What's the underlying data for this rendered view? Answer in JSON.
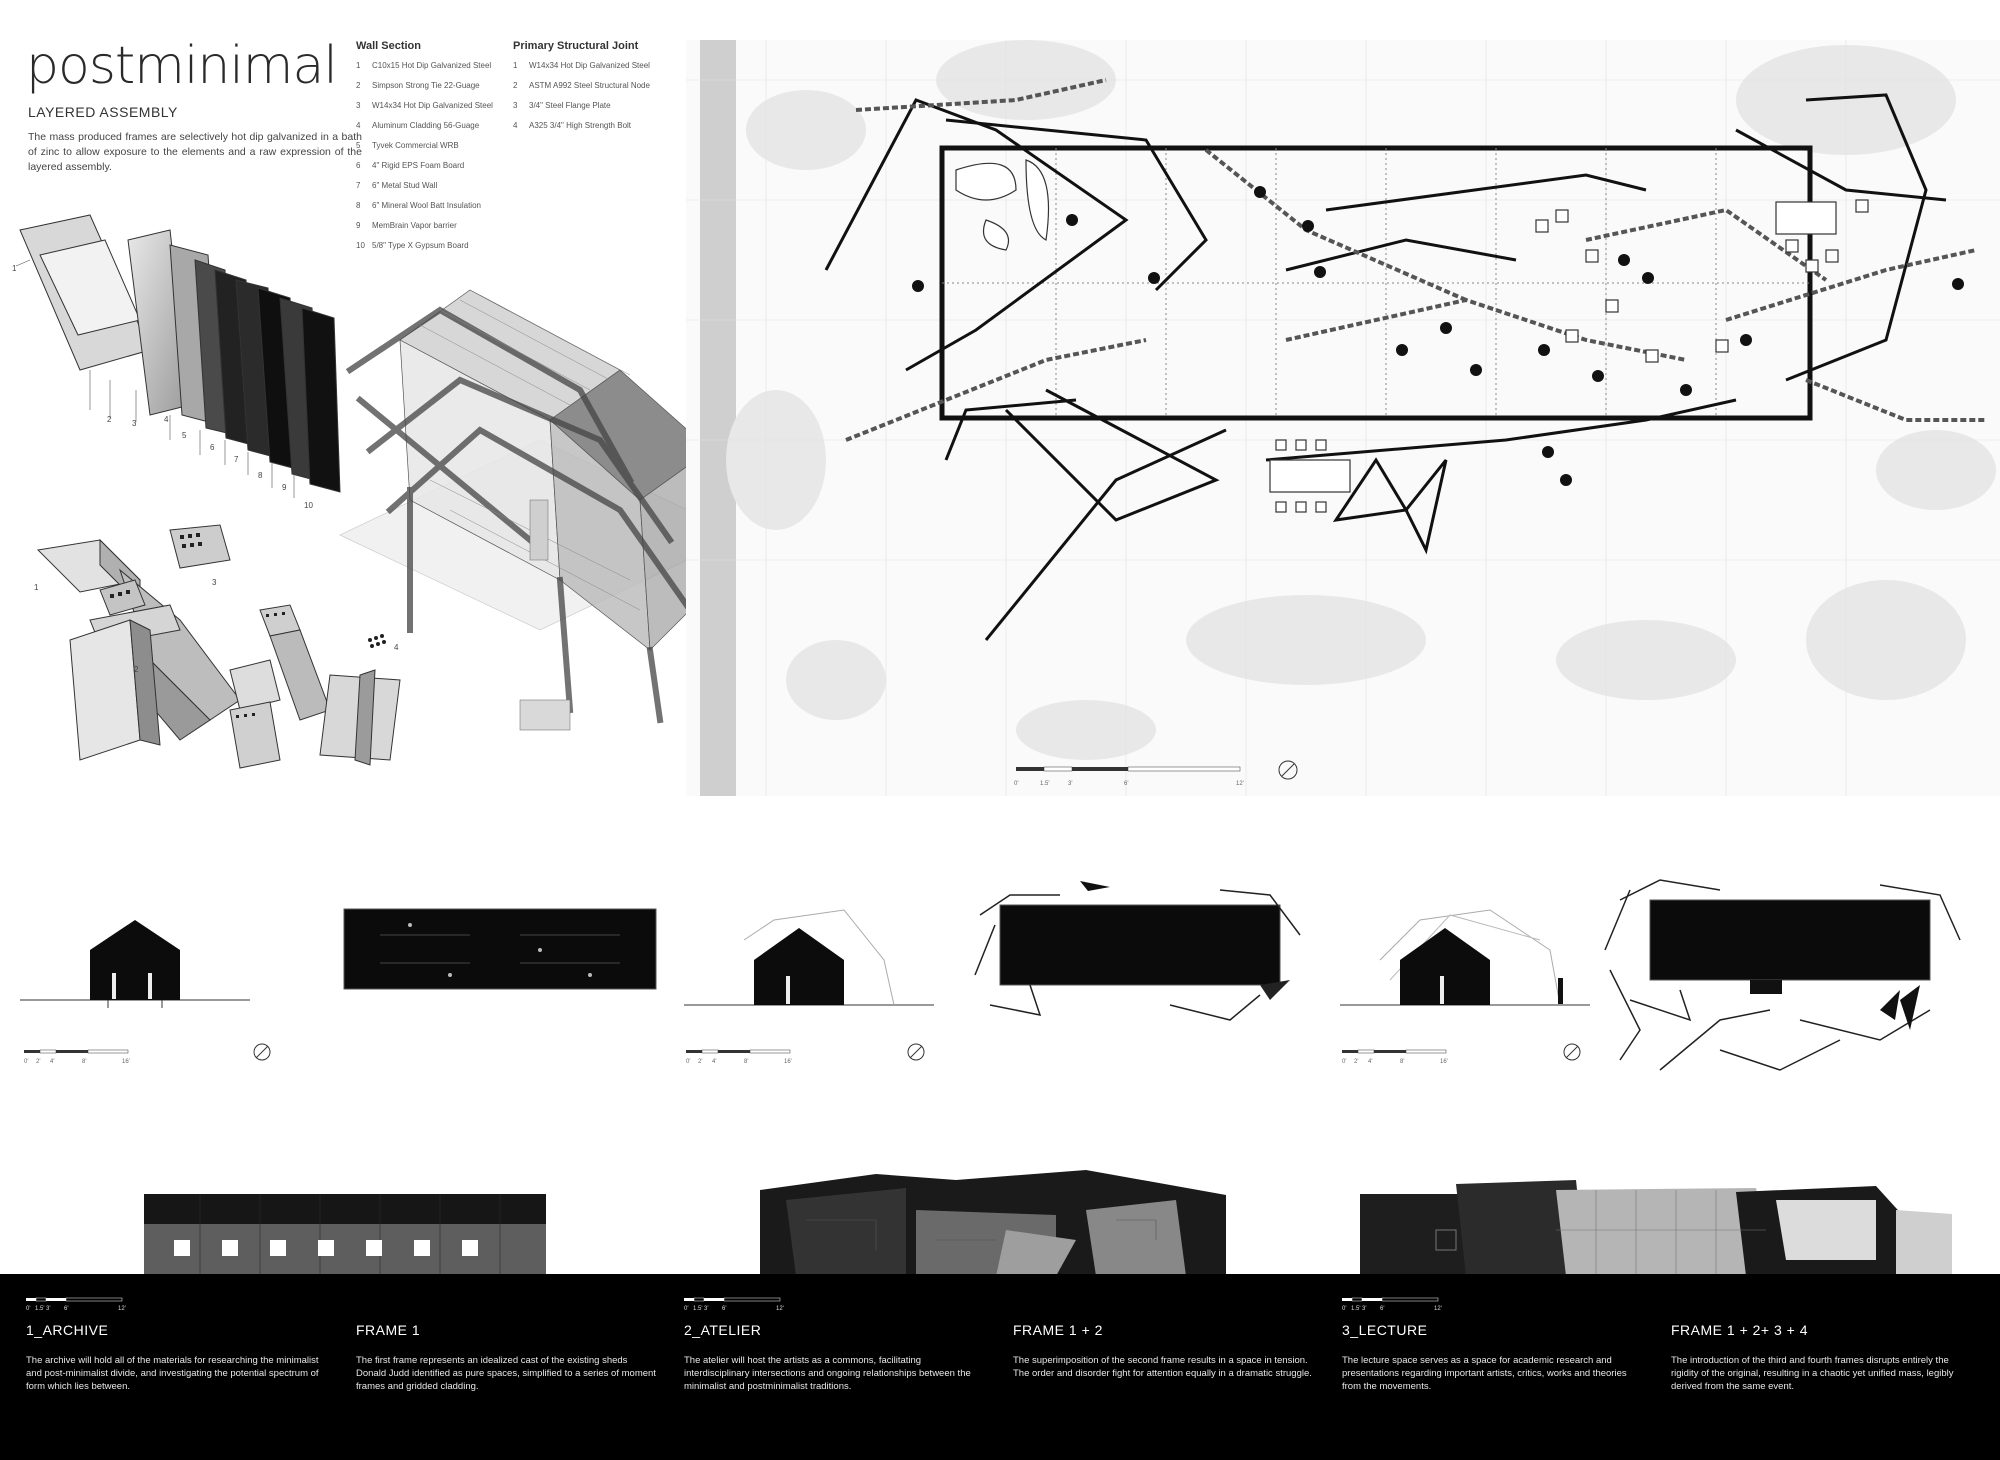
{
  "header": {
    "title": "postminimal",
    "subtitle": "LAYERED ASSEMBLY",
    "intro": "The mass produced frames are selectively hot dip galvanized in a bath of zinc to allow exposure to the elements and a raw expression of the layered assembly."
  },
  "wall_section": {
    "heading": "Wall Section",
    "items": [
      {
        "n": "1",
        "label": "C10x15 Hot Dip Galvanized Steel"
      },
      {
        "n": "2",
        "label": "Simpson Strong Tie 22-Guage"
      },
      {
        "n": "3",
        "label": "W14x34 Hot Dip Galvanized Steel"
      },
      {
        "n": "4",
        "label": "Aluminum Cladding 56-Guage"
      },
      {
        "n": "5",
        "label": "Tyvek Commercial WRB"
      },
      {
        "n": "6",
        "label": "4\" Rigid EPS Foam Board"
      },
      {
        "n": "7",
        "label": "6\" Metal Stud Wall"
      },
      {
        "n": "8",
        "label": "6\" Mineral Wool Batt Insulation"
      },
      {
        "n": "9",
        "label": "MemBrain Vapor barrier"
      },
      {
        "n": "10",
        "label": "5/8\" Type X Gypsum Board"
      }
    ]
  },
  "structural_joint": {
    "heading": "Primary Structural Joint",
    "items": [
      {
        "n": "1",
        "label": "W14x34 Hot Dip Galvanized Steel"
      },
      {
        "n": "2",
        "label": "ASTM A992 Steel Structural Node"
      },
      {
        "n": "3",
        "label": "3/4\" Steel Flange Plate"
      },
      {
        "n": "4",
        "label": "A325 3/4\" High Strength Bolt"
      }
    ]
  },
  "callouts": {
    "wall": [
      "1",
      "2",
      "3",
      "4",
      "5",
      "6",
      "7",
      "8",
      "9",
      "10"
    ],
    "joint": [
      "1",
      "2",
      "3",
      "4"
    ]
  },
  "scales": {
    "plan": [
      "0'",
      "1.5'",
      "3'",
      "6'",
      "12'"
    ],
    "sections": [
      "0'",
      "2'",
      "4'",
      "8'",
      "16'"
    ],
    "elevations": [
      "0'",
      "1.5'",
      "3'",
      "6'",
      "12'"
    ]
  },
  "captions": [
    {
      "title": "1_ARCHIVE",
      "text": "The archive will hold all of the materials for researching the minimalist and post-minimalist divide, and investigating the potential spectrum of form which lies between."
    },
    {
      "title": "FRAME 1",
      "text": "The first frame represents an idealized cast of the existing sheds Donald Judd identified as pure spaces, simplified to a series of moment frames and gridded cladding."
    },
    {
      "title": "2_ATELIER",
      "text": "The atelier will host the artists as a commons, facilitating interdisciplinary intersections and ongoing relationships between the minimalist and postminimalist traditions."
    },
    {
      "title": "FRAME 1 + 2",
      "text": "The superimposition of the second frame results in a space in tension. The order and disorder fight for attention equally in a dramatic struggle."
    },
    {
      "title": "3_LECTURE",
      "text": "The lecture space serves as a space for academic research and presentations regarding important artists, critics, works and theories from the movements."
    },
    {
      "title": "FRAME 1 + 2+ 3 + 4",
      "text": "The introduction of the third and fourth frames disrupts entirely the rigidity of the original, resulting in a chaotic yet unified mass, legibly derived from the same event."
    }
  ]
}
